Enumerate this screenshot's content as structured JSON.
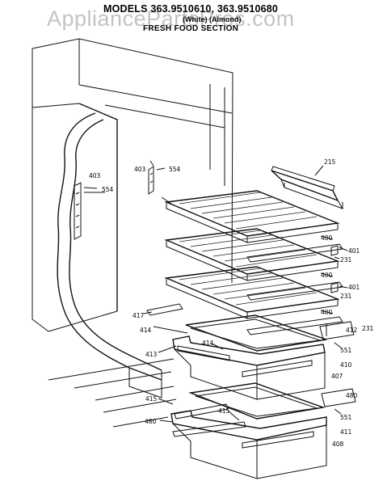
{
  "header": {
    "models": "MODELS 363.9510610, 363.9510680",
    "variants": "(White)        (Almond)",
    "section": "FRESH FOOD SECTION",
    "watermark": "AppliancePartsPros.com"
  },
  "callouts": {
    "p403_left": "403",
    "p554_left": "554",
    "p403_top": "403",
    "p554_top": "554",
    "p215": "215",
    "p400_a": "400",
    "p401_a": "401",
    "p231_a": "231",
    "p400_b": "400",
    "p401_b": "401",
    "p231_b": "231",
    "p400_c": "400",
    "p412": "412",
    "p231_c": "231",
    "p417": "417",
    "p414_left": "414",
    "p414_mid": "414",
    "p551_a": "551",
    "p413": "413",
    "p410": "410",
    "p407": "407",
    "p480_right": "480",
    "p415_left": "415",
    "p415_mid": "415",
    "p551_b": "551",
    "p480_left": "480",
    "p411": "411",
    "p408": "408"
  }
}
